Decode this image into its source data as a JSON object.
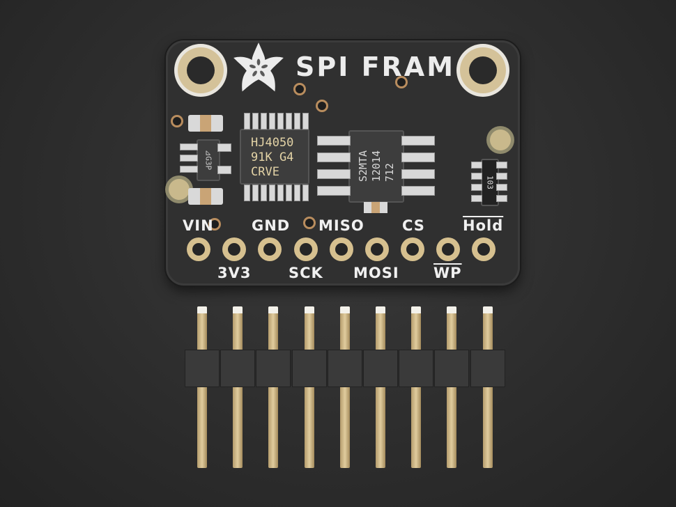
{
  "photo": {
    "subject": "SPI FRAM breakout board with 9-pin male header strip",
    "background_color": "#2e2e2e"
  },
  "board": {
    "title": "SPI FRAM",
    "logo_icon": "flower-star-icon",
    "pcb_color": "#303030",
    "silkscreen_color": "#f0f0f0",
    "pad_color": "#d6c08f",
    "chips": {
      "level_shifter": {
        "lines": [
          "HJ4050",
          "91K G4",
          "CRVE"
        ],
        "logo": "ti-logo-icon"
      },
      "fram": {
        "lines": [
          "S2MTA",
          "12014",
          "712"
        ]
      },
      "regulator": {
        "text": "⊿G3P"
      },
      "resistor_array": {
        "text": "103"
      }
    },
    "pins_top_labels": [
      "VIN",
      "GND",
      "MISO",
      "CS",
      "Hold"
    ],
    "pins_bottom_labels": [
      "3V3",
      "SCK",
      "MOSI",
      "WP"
    ],
    "overlined_labels": [
      "Hold",
      "WP"
    ],
    "pin_count": 9
  },
  "header": {
    "pin_count": 9,
    "pin_color": "#d2bd8c",
    "housing_color": "#3a3a3a"
  }
}
